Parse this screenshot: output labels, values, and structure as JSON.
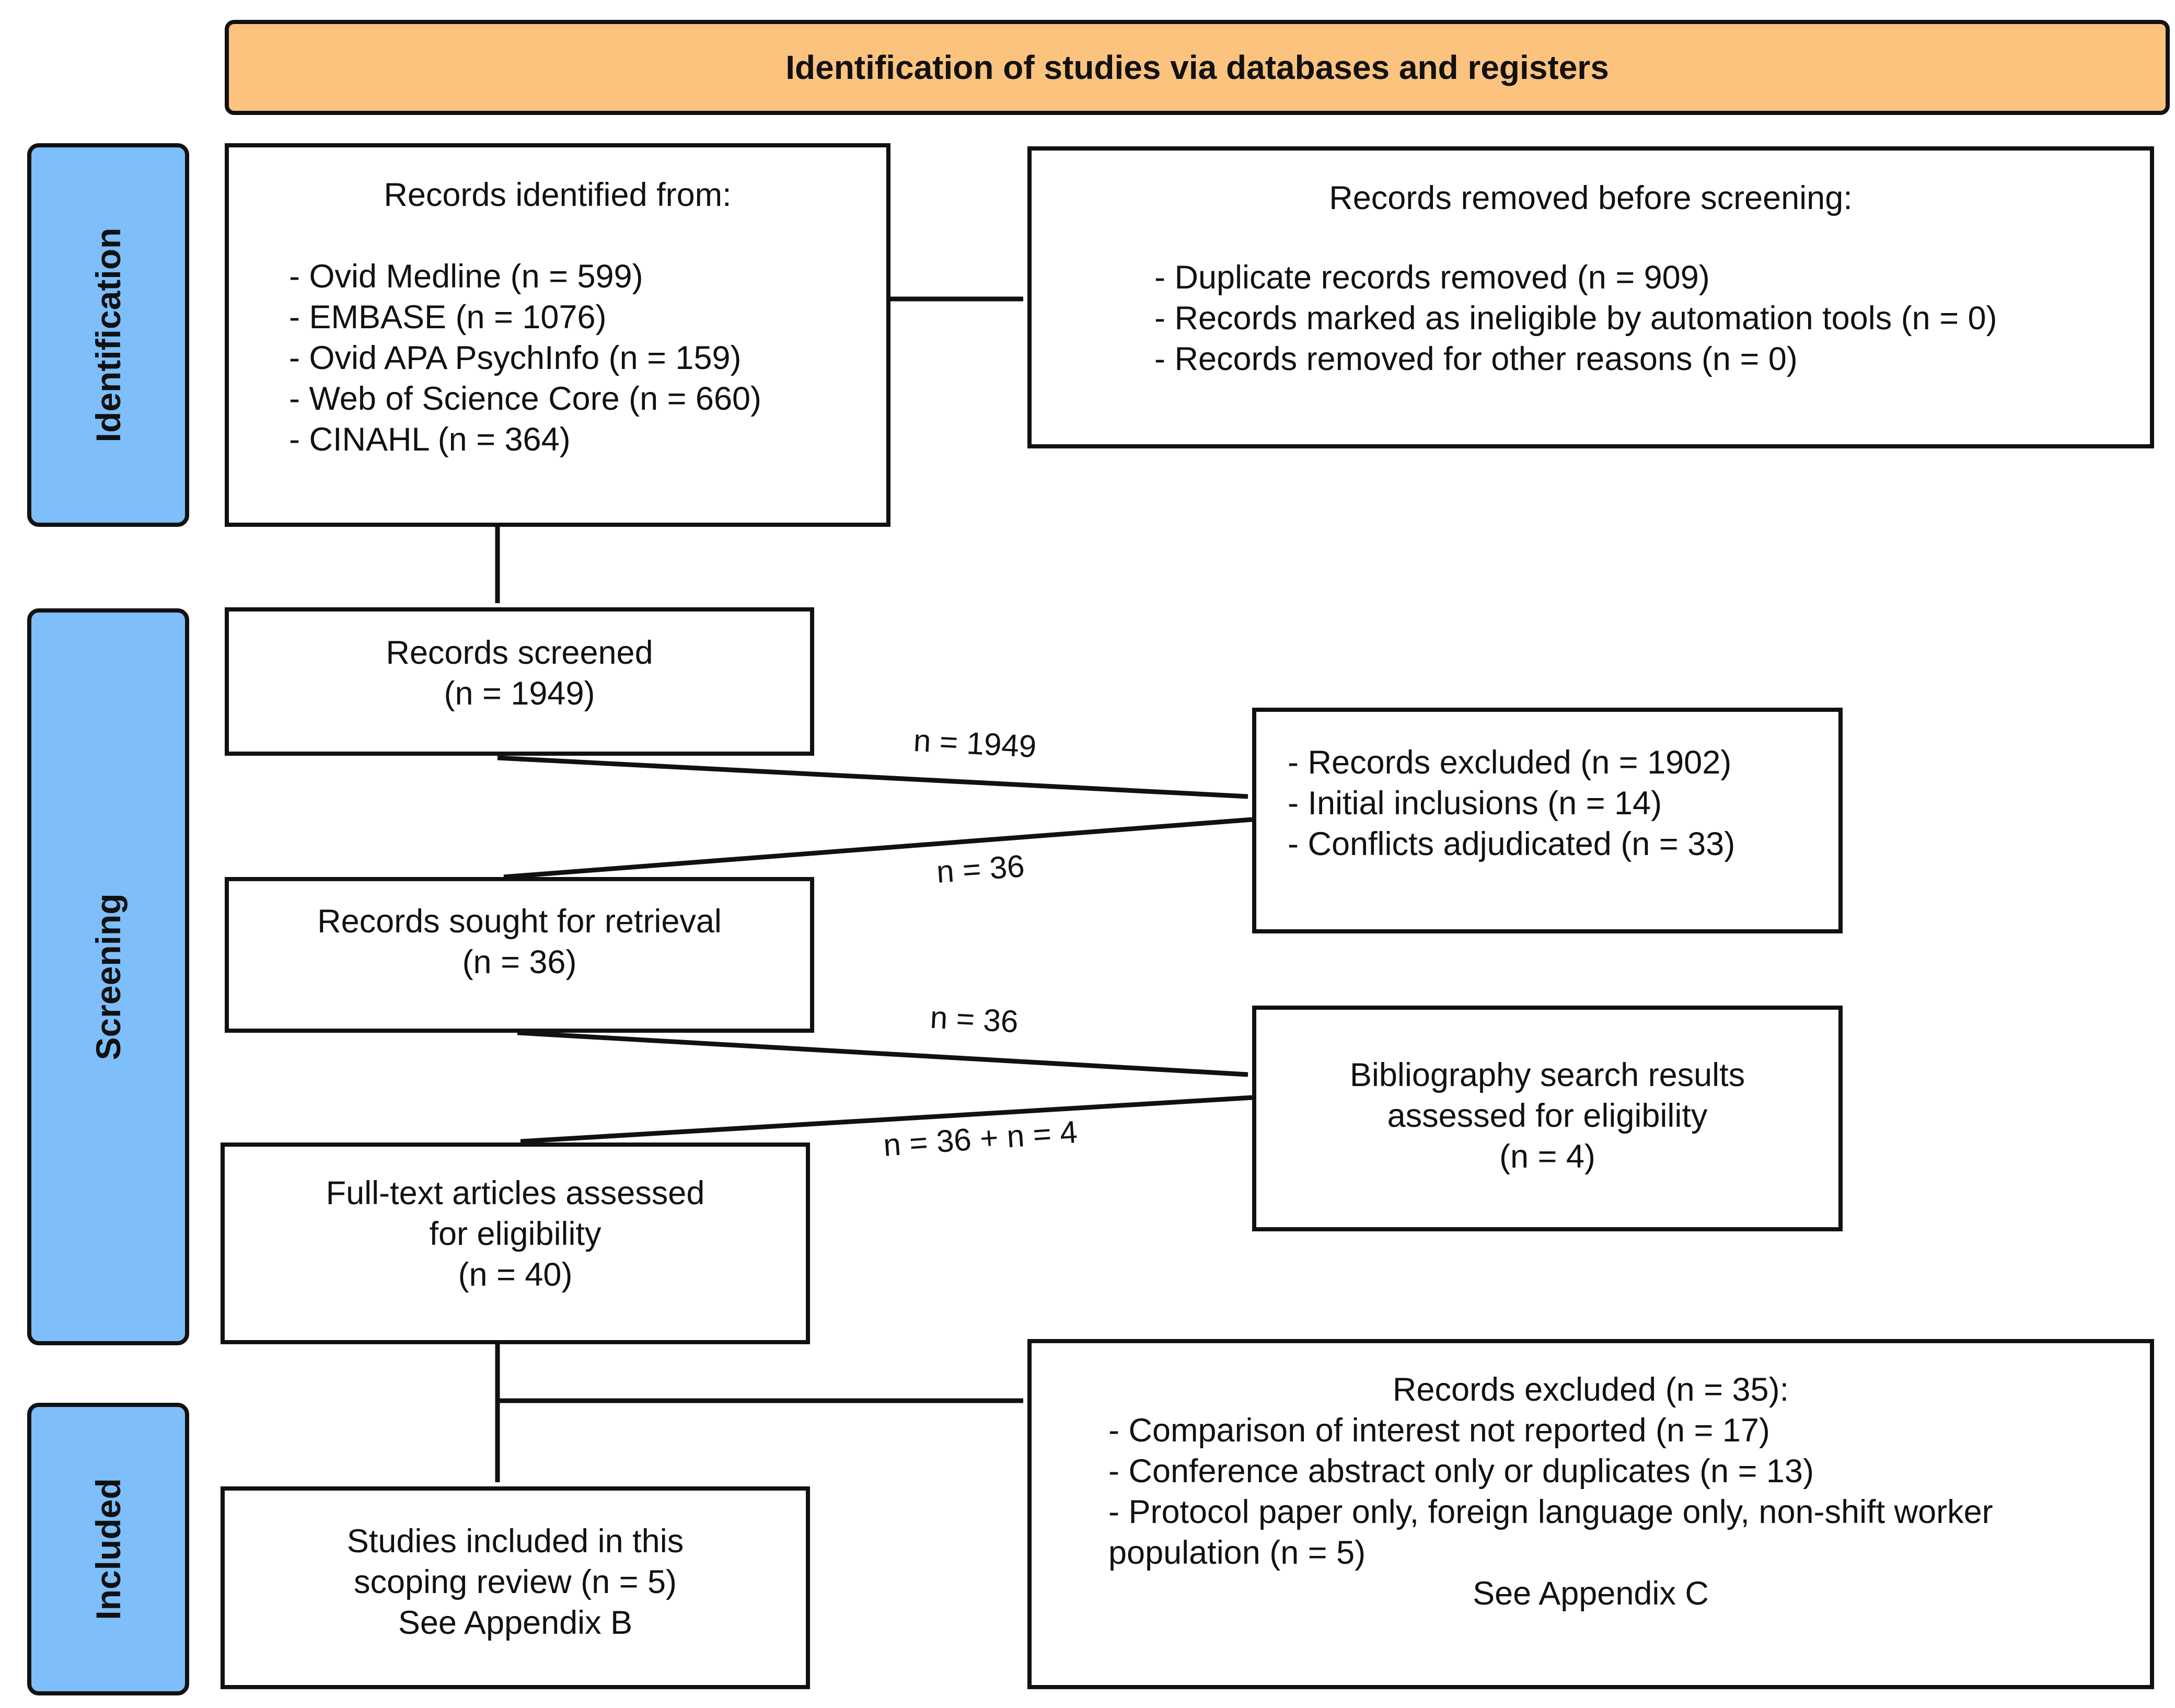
{
  "colors": {
    "header_fill": "#FCC37F",
    "phase_fill": "#7DBEFB",
    "line": "#111111"
  },
  "header": {
    "title": "Identification of studies via databases and registers"
  },
  "phases": {
    "identification": "Identification",
    "screening": "Screening",
    "included": "Included"
  },
  "identified": {
    "title": "Records identified from:",
    "items": [
      "- Ovid Medline (n = 599)",
      "- EMBASE (n = 1076)",
      "- Ovid APA PsychInfo (n = 159)",
      "- Web of Science Core (n = 660)",
      "- CINAHL (n = 364)"
    ]
  },
  "removed": {
    "title": "Records removed before screening:",
    "items": [
      "- Duplicate records removed (n = 909)",
      "- Records marked as ineligible by automation tools (n = 0)",
      "- Records removed for other reasons (n = 0)"
    ]
  },
  "screened": {
    "line1": "Records screened",
    "line2": "(n = 1949)"
  },
  "excluded_screen": {
    "items": [
      "- Records excluded (n = 1902)",
      "- Initial inclusions (n = 14)",
      "- Conflicts adjudicated (n = 33)"
    ]
  },
  "sought": {
    "line1": "Records sought for retrieval",
    "line2": "(n = 36)"
  },
  "biblio": {
    "line1": "Bibliography search results",
    "line2": "assessed for eligibility",
    "line3": "(n = 4)"
  },
  "fulltext": {
    "line1": "Full-text articles assessed",
    "line2": "for eligibility",
    "line3": "(n = 40)"
  },
  "included": {
    "line1": "Studies included in this",
    "line2": "scoping review (n = 5)",
    "line3": "See Appendix B"
  },
  "excluded_final": {
    "title": "Records excluded (n = 35):",
    "items": [
      "- Comparison of interest not reported (n = 17)",
      "- Conference abstract only or duplicates (n = 13)",
      "- Protocol paper only, foreign language only, non-shift worker",
      "population (n = 5)"
    ],
    "appendix": "See Appendix C"
  },
  "edges": {
    "e1": "n = 1949",
    "e2": "n = 36",
    "e3": "n = 36",
    "e4": "n = 36 + n = 4"
  }
}
